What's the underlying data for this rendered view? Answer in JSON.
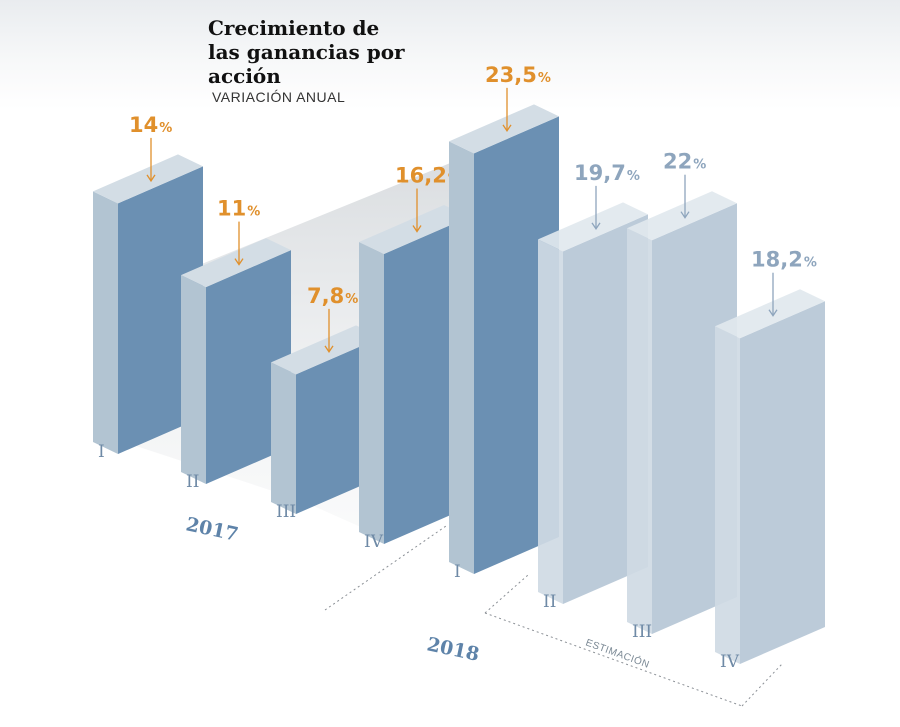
{
  "title": "Crecimiento de las ganancias por acción",
  "subtitle": "VARIACIÓN ANUAL",
  "estimate_label": "ESTIMACIÓN",
  "colors": {
    "actual_front": "#6b90b3",
    "actual_side": "#b2c4d2",
    "actual_top": "#d3dde5",
    "estimate_front": "#b6c7d6",
    "estimate_side": "#cfdae4",
    "estimate_top": "#e1e8ee",
    "label_actual": "#e0902c",
    "label_estimate": "#8ea5bd"
  },
  "chart_data": {
    "type": "bar",
    "style": "3d-isometric",
    "title": "Crecimiento de las ganancias por acción",
    "subtitle": "VARIACIÓN ANUAL",
    "unit": "%",
    "years": [
      "2017",
      "2018"
    ],
    "bars": [
      {
        "year": "2017",
        "quarter": "I",
        "value": 14.0,
        "label": "14",
        "estimate": false
      },
      {
        "year": "2017",
        "quarter": "II",
        "value": 11.0,
        "label": "11",
        "estimate": false
      },
      {
        "year": "2017",
        "quarter": "III",
        "value": 7.8,
        "label": "7,8",
        "estimate": false
      },
      {
        "year": "2017",
        "quarter": "IV",
        "value": 16.2,
        "label": "16,2",
        "estimate": false
      },
      {
        "year": "2018",
        "quarter": "I",
        "value": 23.5,
        "label": "23,5",
        "estimate": false
      },
      {
        "year": "2018",
        "quarter": "II",
        "value": 19.7,
        "label": "19,7",
        "estimate": true
      },
      {
        "year": "2018",
        "quarter": "III",
        "value": 22.0,
        "label": "22",
        "estimate": true
      },
      {
        "year": "2018",
        "quarter": "IV",
        "value": 18.2,
        "label": "18,2",
        "estimate": true
      }
    ]
  }
}
